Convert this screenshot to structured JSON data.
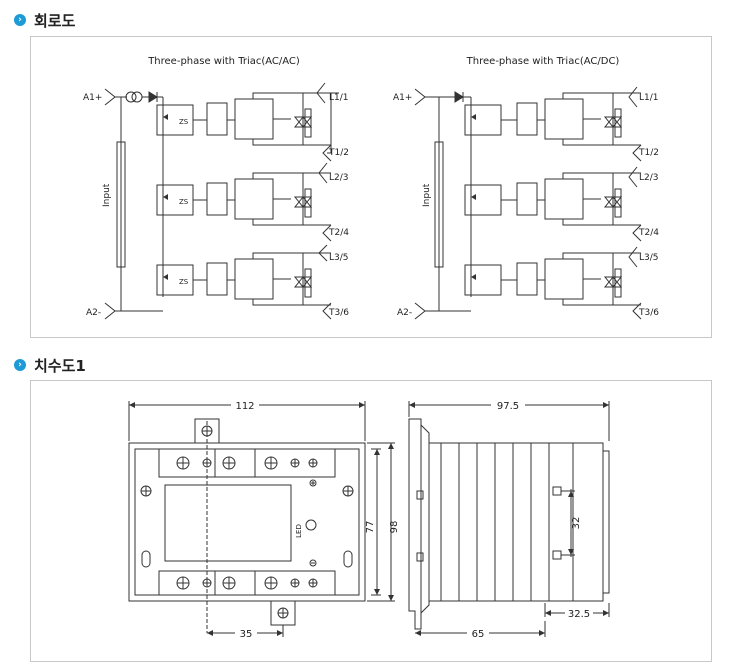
{
  "sections": {
    "circuit": {
      "title": "회로도"
    },
    "dimension": {
      "title": "치수도1"
    }
  },
  "circuit_left": {
    "title": "Three-phase with Triac(AC/AC)",
    "input_pos": "A1+",
    "input_neg": "A2-",
    "input_label": "Input",
    "terminals": [
      "L1/1",
      "T1/2",
      "L2/3",
      "T2/4",
      "L3/5",
      "T3/6"
    ],
    "zs_label": "ZS"
  },
  "circuit_right": {
    "title": "Three-phase with Triac(AC/DC)",
    "input_pos": "A1+",
    "input_neg": "A2-",
    "input_label": "Input",
    "terminals": [
      "L1/1",
      "T1/2",
      "L2/3",
      "T2/4",
      "L3/5",
      "T3/6"
    ]
  },
  "dimensions": {
    "width_top": "112",
    "depth_top": "97.5",
    "height_inner": "77",
    "height_outer": "98",
    "bottom_offset": "35",
    "side_hole_spacing": "32",
    "side_offset": "32.5",
    "side_base": "65",
    "led_label": "LED"
  },
  "colors": {
    "accent": "#1e9bd7",
    "line": "#333333",
    "border": "#c8c8c8"
  },
  "icons": [
    "chevron-right-icon"
  ]
}
